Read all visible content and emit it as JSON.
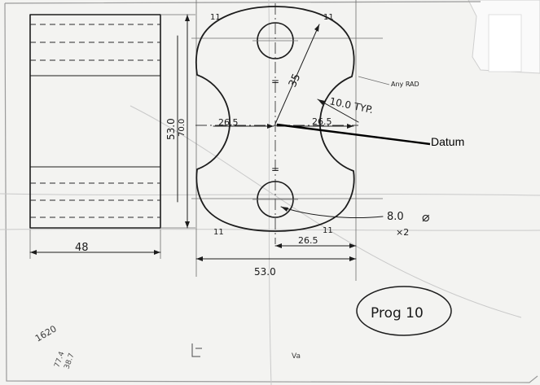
{
  "sheet": {
    "ink_color": "#1c1c1c",
    "paper_color": "#f3f3f1"
  },
  "side_view": {
    "width_label": "48",
    "height_label_a": "53.0",
    "height_label_b": "70.0"
  },
  "plan_view": {
    "mark_top_left": "11",
    "mark_top_right": "11",
    "mark_bottom_left": "11",
    "mark_bottom_right": "11",
    "diag_dim": "35",
    "radius_note": "10.0 TYP.",
    "any_rad_note": "Any RAD",
    "left_offset": "26.5",
    "right_offset": "26.5",
    "center_mark_top": "=",
    "center_mark_bottom": "=",
    "bottom_half_dim": "26.5",
    "overall_width_dim": "53.0",
    "hole_note_size": "8.0",
    "hole_note_dia_symbol": "⌀",
    "hole_note_qty": "×2"
  },
  "datum_label": "Datum",
  "prog_label": "Prog 10",
  "pencil_notes": {
    "n1": "1620",
    "n2": "77.4",
    "n3": "38.7",
    "mark_a": "Va"
  }
}
